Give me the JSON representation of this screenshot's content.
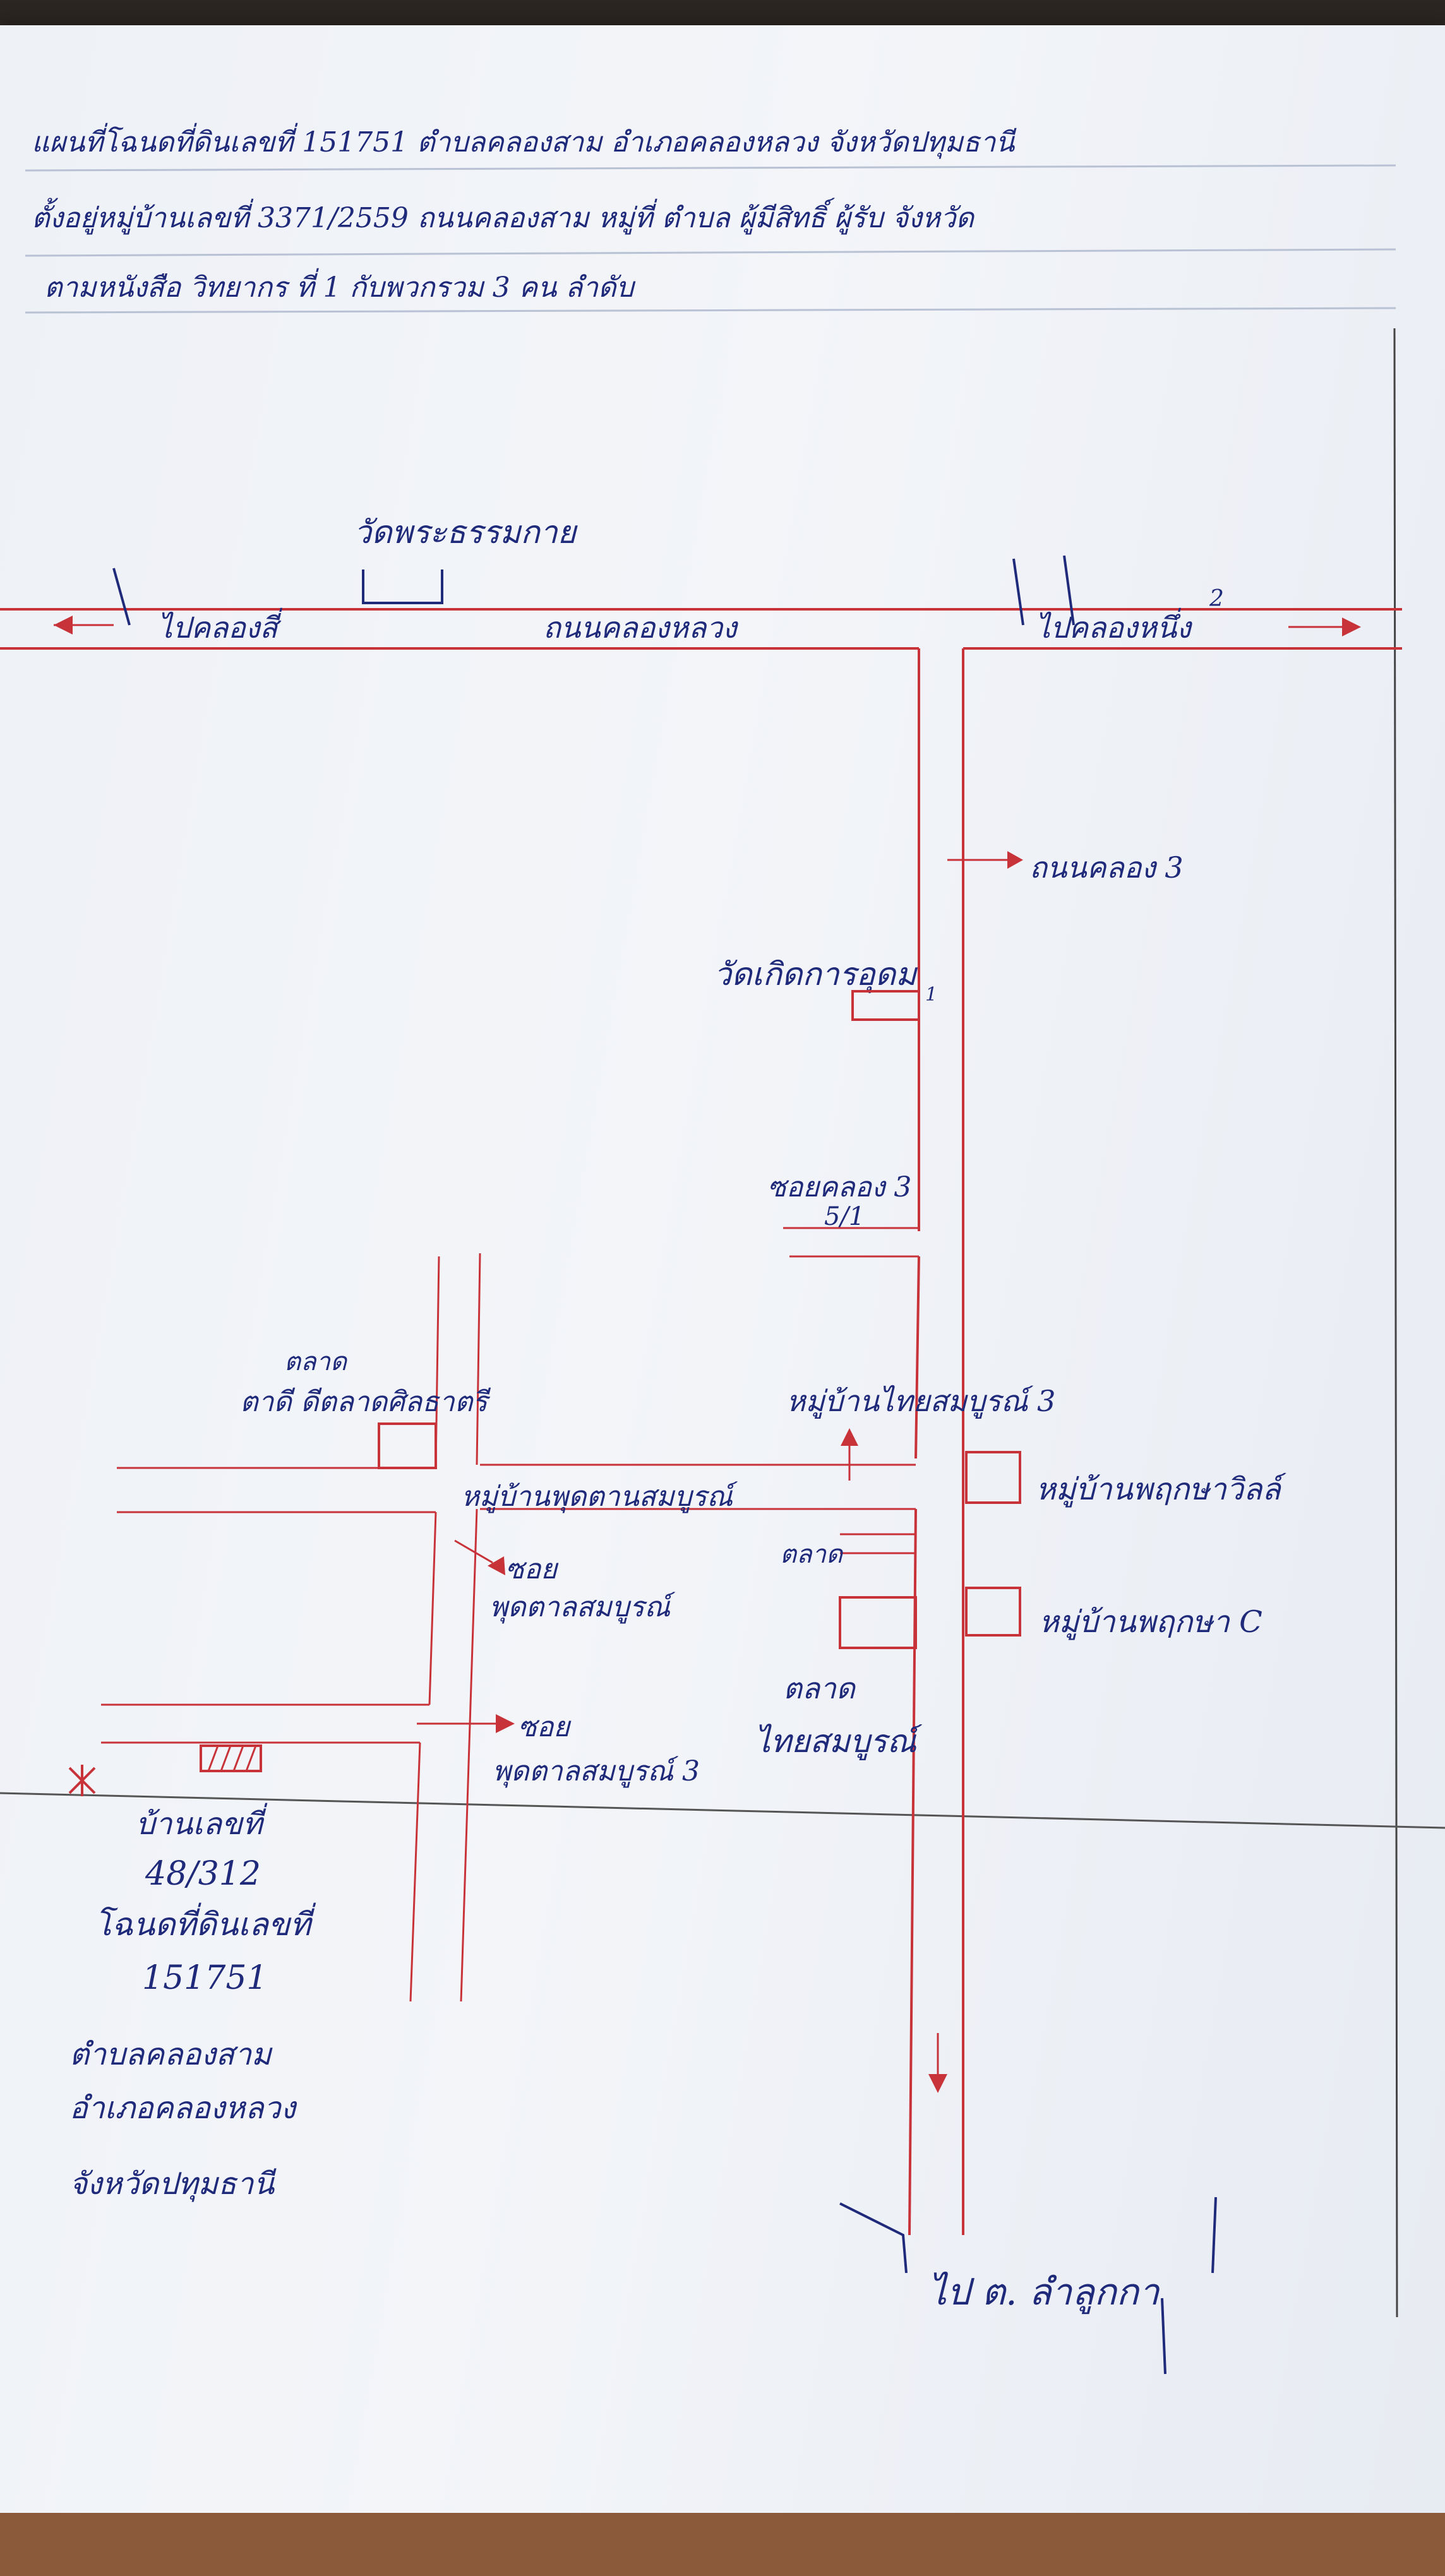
{
  "header": {
    "line1": "แผนที่โฉนดที่ดินเลขที่ 151751 ตำบลคลองสาม อำเภอคลองหลวง จังหวัดปทุมธานี",
    "line2": "ตั้งอยู่หมู่บ้านเลขที่ 3371/2559 ถนนคลองสาม หมู่ที่ ตำบล ผู้มีสิทธิ์ ผู้รับ จังหวัด",
    "line3": "ตามหนังสือ วิทยากร ที่ 1 กับพวกรวม 3 คน ลำดับ"
  },
  "labels": {
    "temple_top": "วัดพระธรรมกาย",
    "left_arrow": "ไปคลองสี่",
    "road_main": "ถนนคลองหลวง",
    "right_arrow": "ไปคลองหนึ่ง",
    "superscript_2": "2",
    "klong3": "ถนนคลอง 3",
    "temple_mid": "วัดเกิดการอุดม",
    "marker_1": "1",
    "soi_klong3": "ซอยคลอง 3",
    "soi_number": "5/1",
    "village_left_a": "ตลาด",
    "village_left_b": "ตาดี ดีตลาดศิลธาตรี",
    "village_center": "หมู่บ้านไทยสมบูรณ์ 3",
    "village_main": "หมู่บ้านพุดตานสมบูรณ์",
    "village_right1": "หมู่บ้านพฤกษาวิลล์",
    "soi_a": "ซอย",
    "soi_a2": "พุดตาลสมบูรณ์",
    "market": "ตลาด",
    "village_right2": "หมู่บ้านพฤกษา C",
    "soi_b": "ซอย",
    "soi_b2": "พุดตาลสมบูรณ์ 3",
    "market_bottom_a": "ตลาด",
    "market_bottom_b": "ไทยสมบูรณ์",
    "house_label": "บ้านเลขที่",
    "house_number": "48/312",
    "deed_label": "โฉนดที่ดินเลขที่",
    "deed_number": "151751",
    "addr1": "ตำบลคลองสาม",
    "addr2": "อำเภอคลองหลวง",
    "addr3": "จังหวัดปทุมธานี",
    "bottom_dest": "ไป ต. ลำลูกกา"
  },
  "colors": {
    "ink_blue": "#1f2a7a",
    "ink_red": "#c8333a",
    "paper": "#eef1f6"
  }
}
